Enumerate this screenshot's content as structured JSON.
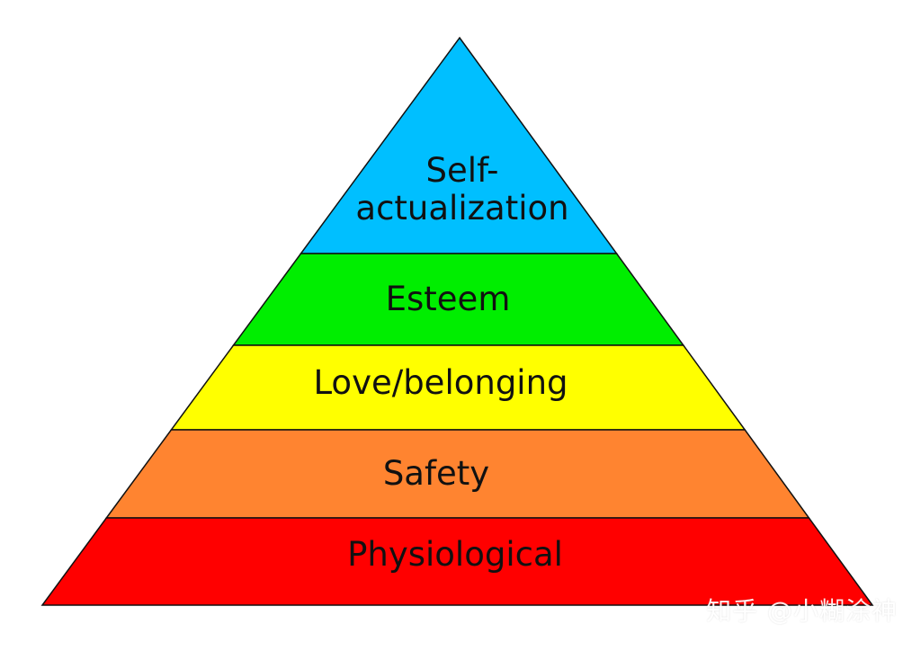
{
  "levels": [
    {
      "key": "self_actualization",
      "lines": [
        "Self-",
        "actualization"
      ],
      "color": "#00bfff"
    },
    {
      "key": "esteem",
      "lines": [
        "Esteem"
      ],
      "color": "#00ee00"
    },
    {
      "key": "love_belonging",
      "lines": [
        "Love/belonging"
      ],
      "color": "#ffff00"
    },
    {
      "key": "safety",
      "lines": [
        "Safety"
      ],
      "color": "#ff8430"
    },
    {
      "key": "physiological",
      "lines": [
        "Physiological"
      ],
      "color": "#ff0000"
    }
  ],
  "watermark": "知乎 @小糊涂神"
}
